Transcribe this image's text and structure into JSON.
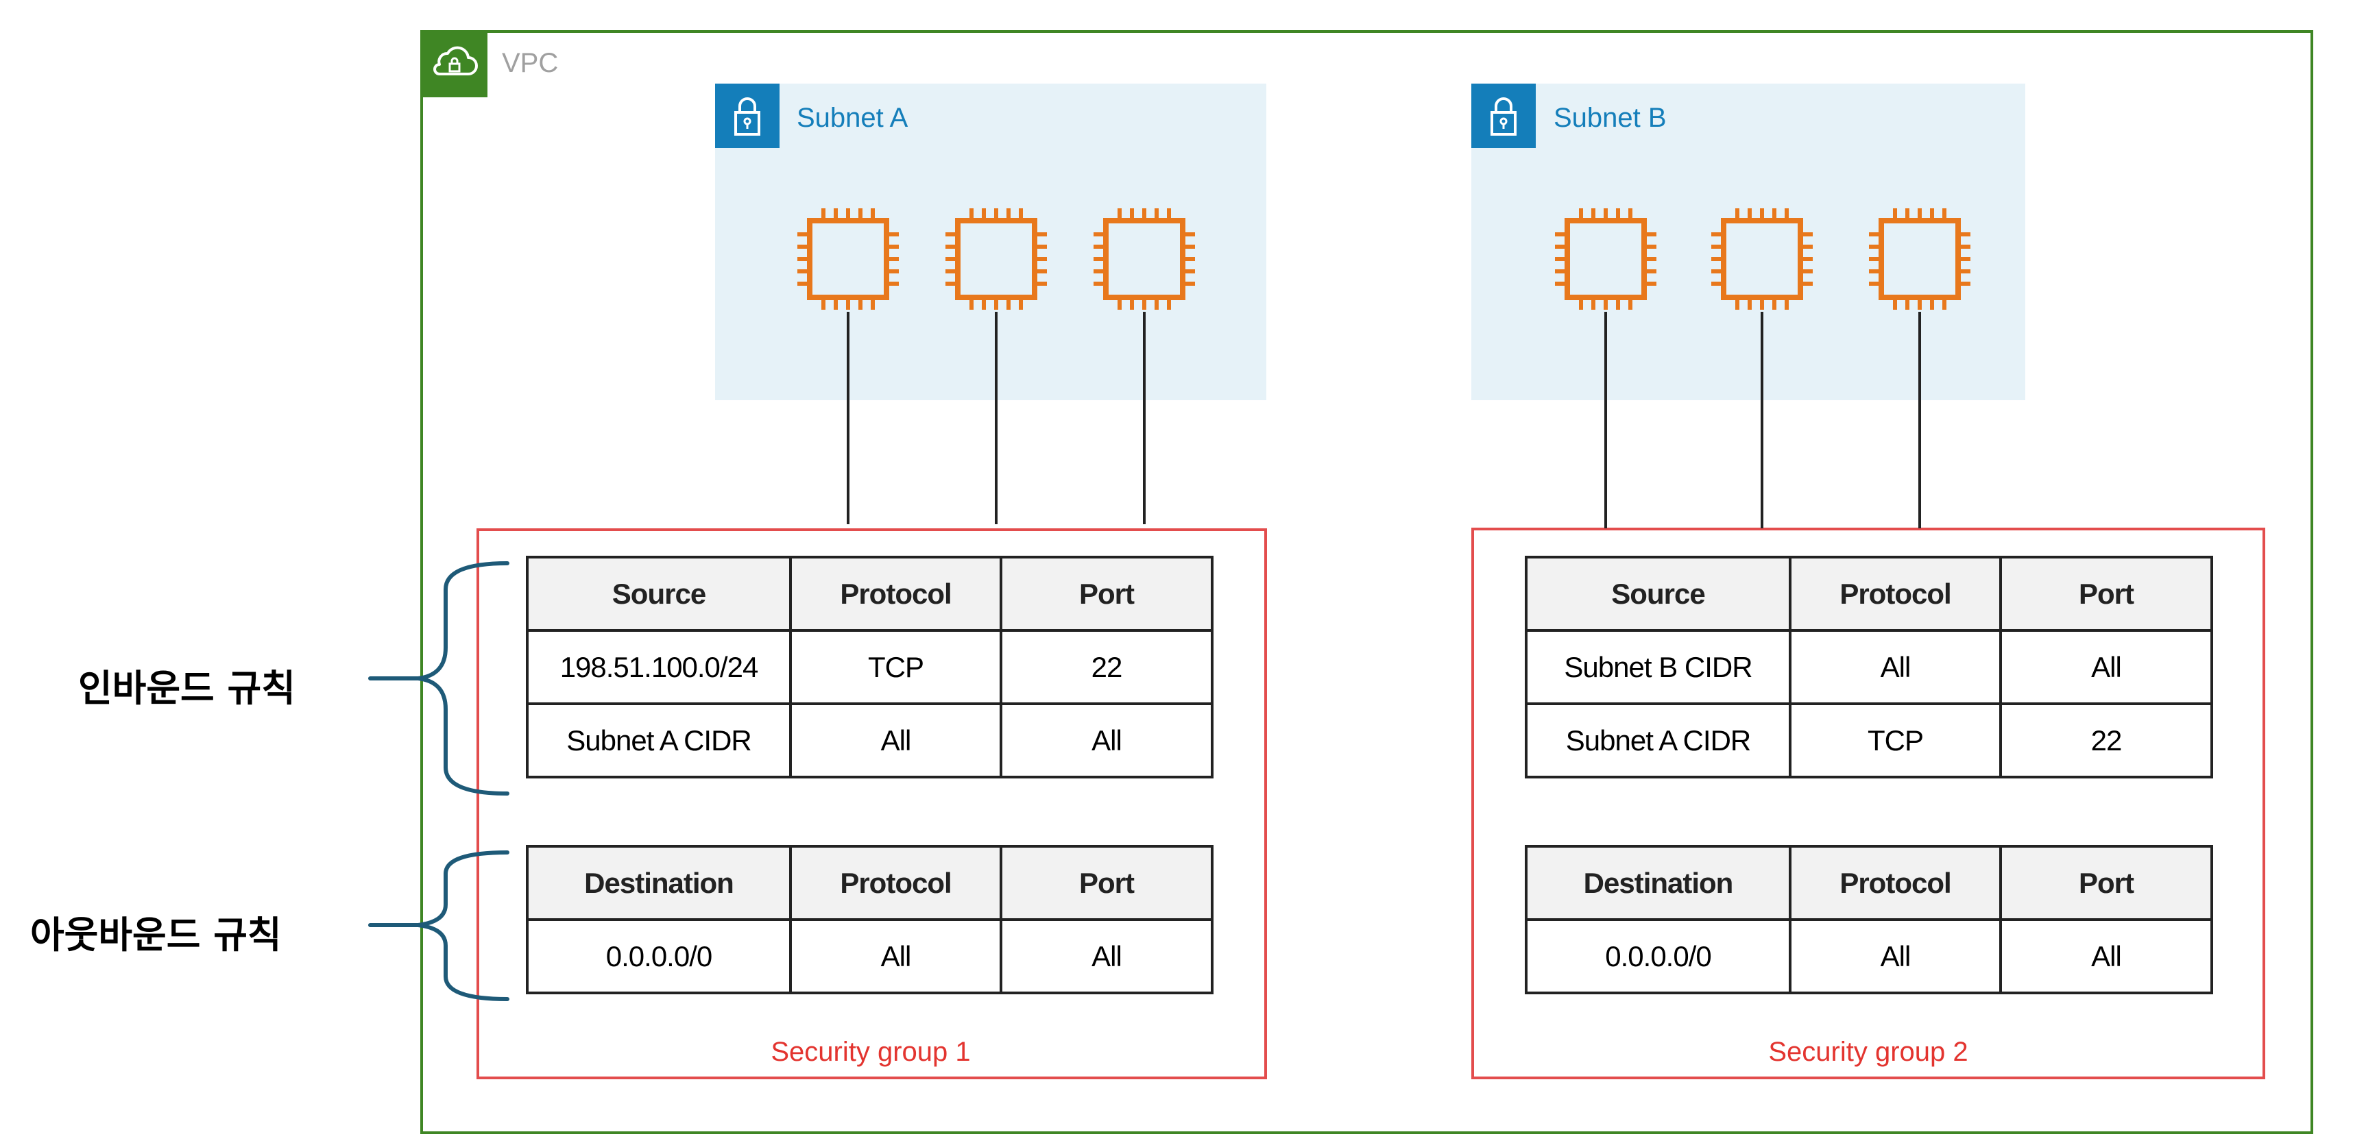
{
  "vpc": {
    "label": "VPC",
    "icon": "cloud-lock-icon",
    "color": "#3f8624"
  },
  "subnets": [
    {
      "label": "Subnet A",
      "icon": "padlock-icon",
      "instance_count": 3,
      "color": "#147eba"
    },
    {
      "label": "Subnet B",
      "icon": "padlock-icon",
      "instance_count": 3,
      "color": "#147eba"
    }
  ],
  "instance_icon": {
    "name": "ec2-instance-chip-icon",
    "color": "#e8781c"
  },
  "security_groups": [
    {
      "label": "Security group 1",
      "inbound": {
        "headers": [
          "Source",
          "Protocol",
          "Port"
        ],
        "rows": [
          [
            "198.51.100.0/24",
            "TCP",
            "22"
          ],
          [
            "Subnet A CIDR",
            "All",
            "All"
          ]
        ]
      },
      "outbound": {
        "headers": [
          "Destination",
          "Protocol",
          "Port"
        ],
        "rows": [
          [
            "0.0.0.0/0",
            "All",
            "All"
          ]
        ]
      }
    },
    {
      "label": "Security group 2",
      "inbound": {
        "headers": [
          "Source",
          "Protocol",
          "Port"
        ],
        "rows": [
          [
            "Subnet B CIDR",
            "All",
            "All"
          ],
          [
            "Subnet A CIDR",
            "TCP",
            "22"
          ]
        ]
      },
      "outbound": {
        "headers": [
          "Destination",
          "Protocol",
          "Port"
        ],
        "rows": [
          [
            "0.0.0.0/0",
            "All",
            "All"
          ]
        ]
      }
    }
  ],
  "side_labels": {
    "inbound": "인바운드 규칙",
    "outbound": "아웃바운드 규칙"
  },
  "colors": {
    "security_group_border": "#e34d4d",
    "bracket": "#1e5a78",
    "subnet_fill": "#e6f2f8"
  }
}
